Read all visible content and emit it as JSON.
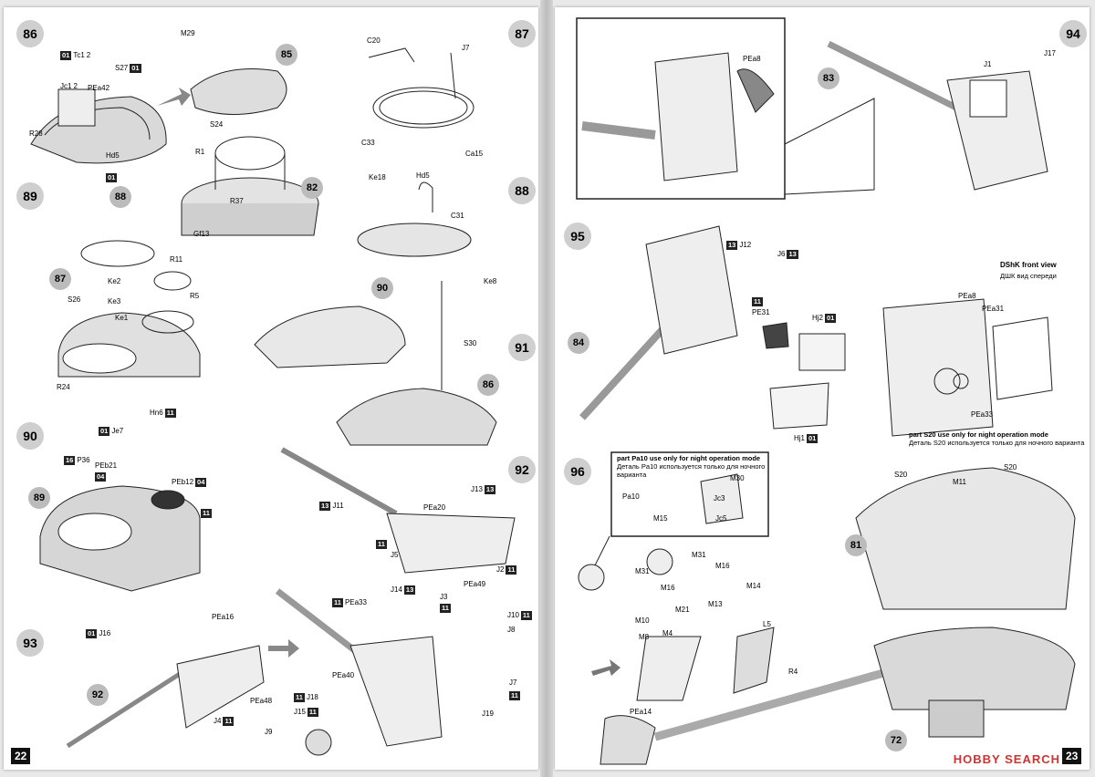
{
  "left_page": {
    "page_number": "22",
    "steps": [
      "86",
      "87",
      "88",
      "89",
      "90",
      "91",
      "92",
      "93"
    ],
    "subs": [
      "85",
      "82",
      "88",
      "87",
      "90",
      "86",
      "89",
      "92"
    ],
    "labels": {
      "m29": "M29",
      "tc1": "Tc1",
      "tc1_num": "2",
      "jc1": "Jc1",
      "jc1_num": "2",
      "s27": "S27",
      "pea42": "PEa42",
      "r28": "R28",
      "hd5": "Hd5",
      "s24": "S24",
      "r1": "R1",
      "r37": "R37",
      "gf13": "Gf13",
      "c20": "C20",
      "j7": "J7",
      "c33": "C33",
      "ca15": "Ca15",
      "ke18": "Ke18",
      "hd5b": "Hd5",
      "c31": "C31",
      "ke8": "Ke8",
      "r11": "R11",
      "ke2": "Ke2",
      "ke3": "Ke3",
      "r5": "R5",
      "s26": "S26",
      "ke1": "Ke1",
      "r24": "R24",
      "s30": "S30",
      "hn6": "Hn6",
      "je7": "Je7",
      "p36": "P36",
      "peb21": "PEb21",
      "peb12": "PEb12",
      "j11": "J11",
      "pea20": "PEa20",
      "j13": "J13",
      "j5": "J5",
      "j14": "J14",
      "j2": "J2",
      "pea49": "PEa49",
      "pea33": "PEa33",
      "j3": "J3",
      "j16": "J16",
      "pea16": "PEa16",
      "pea48": "PEa48",
      "j4": "J4",
      "pea40": "PEa40",
      "j18": "J18",
      "j15": "J15",
      "j9": "J9",
      "j10": "J10",
      "j8": "J8",
      "j7b": "J7",
      "j19": "J19"
    },
    "boxes": {
      "b01": "01",
      "b04": "04",
      "b11": "11",
      "b13": "13",
      "b16": "16"
    }
  },
  "right_page": {
    "page_number": "23",
    "steps": [
      "94",
      "95",
      "96"
    ],
    "subs": [
      "83",
      "84",
      "81",
      "72"
    ],
    "labels": {
      "pea8": "PEa8",
      "j1": "J1",
      "j17": "J17",
      "j12": "J12",
      "j6": "J6",
      "pe31": "PE31",
      "hj2": "Hj2",
      "hj1": "Hj1",
      "pea8b": "PEa8",
      "pea31": "PEa31",
      "pea33": "PEa33",
      "m30": "M30",
      "pa10": "Pa10",
      "m15": "M15",
      "jc3": "Jc3",
      "jc5": "Jc5",
      "m31": "M31",
      "m16": "M16",
      "m14": "M14",
      "m13": "M13",
      "m21": "M21",
      "m10": "M10",
      "m8": "M8",
      "m4": "M4",
      "l5": "L5",
      "r4": "R4",
      "pea14": "PEa14",
      "s20": "S20",
      "m11": "M11",
      "s20b": "S20"
    },
    "dshk_title": "DShK front view",
    "dshk_sub": "ДШК вид спереди",
    "note_s20_en": "part S20 use only for night operation mode",
    "note_s20_ru": "Деталь S20 используется только для ночного варианта",
    "note_pa10_en": "part Pa10 use only for night operation mode",
    "note_pa10_ru": "Деталь Pa10 используется только для ночного варианта",
    "watermark": "HOBBY SEARCH"
  }
}
